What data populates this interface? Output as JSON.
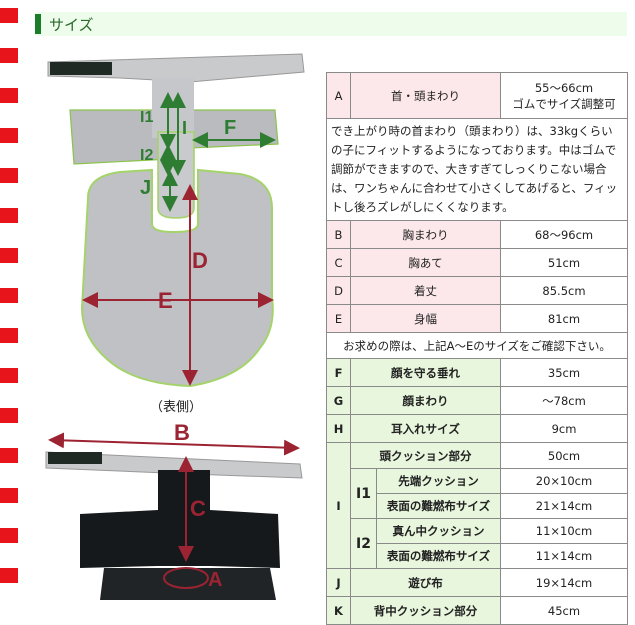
{
  "section_title": "サイズ",
  "caption_front": "（表側）",
  "diagram_labels": {
    "A": "A",
    "B": "B",
    "C": "C",
    "D": "D",
    "E": "E",
    "F": "F",
    "I": "I",
    "I1": "I1",
    "I2": "I2",
    "J": "J"
  },
  "colors": {
    "stripe": "#e8141c",
    "pink_row": "#fce8ea",
    "green_row": "#e8f6dd",
    "arrow_red": "#9b2332",
    "arrow_green": "#2e7d32"
  },
  "table": {
    "A": {
      "letter": "A",
      "label": "首・頭まわり",
      "value_line1": "55〜66cm",
      "value_line2": "ゴムでサイズ調整可"
    },
    "note_A": "でき上がり時の首まわり（頭まわり）は、33kgくらいの子にフィットするようになっております。中はゴムで調節ができますので、大きすぎてしっくりこない場合は、ワンちゃんに合わせて小さくしてあげると、フィットし後ろズレがしにくくなります。",
    "B": {
      "letter": "B",
      "label": "胸まわり",
      "value": "68〜96cm"
    },
    "C": {
      "letter": "C",
      "label": "胸あて",
      "value": "51cm"
    },
    "D": {
      "letter": "D",
      "label": "着丈",
      "value": "85.5cm"
    },
    "E": {
      "letter": "E",
      "label": "身幅",
      "value": "81cm"
    },
    "note_E": "お求めの際は、上記A〜Eのサイズをご確認下さい。",
    "F": {
      "letter": "F",
      "label": "顔を守る垂れ",
      "value": "35cm"
    },
    "G": {
      "letter": "G",
      "label": "顔まわり",
      "value": "〜78cm"
    },
    "H": {
      "letter": "H",
      "label": "耳入れサイズ",
      "value": "9cm"
    },
    "I": {
      "letter": "I",
      "label": "頭クッション部分",
      "value": "50cm"
    },
    "I1": {
      "letter": "I1",
      "label_a": "先端クッション",
      "value_a": "20×10cm",
      "label_b": "表面の難燃布サイズ",
      "value_b": "21×14cm"
    },
    "I2": {
      "letter": "I2",
      "label_a": "真ん中クッション",
      "value_a": "11×10cm",
      "label_b": "表面の難燃布サイズ",
      "value_b": "11×14cm"
    },
    "J": {
      "letter": "J",
      "label": "遊び布",
      "value": "19×14cm"
    },
    "K": {
      "letter": "K",
      "label": "背中クッション部分",
      "value": "45cm"
    }
  }
}
